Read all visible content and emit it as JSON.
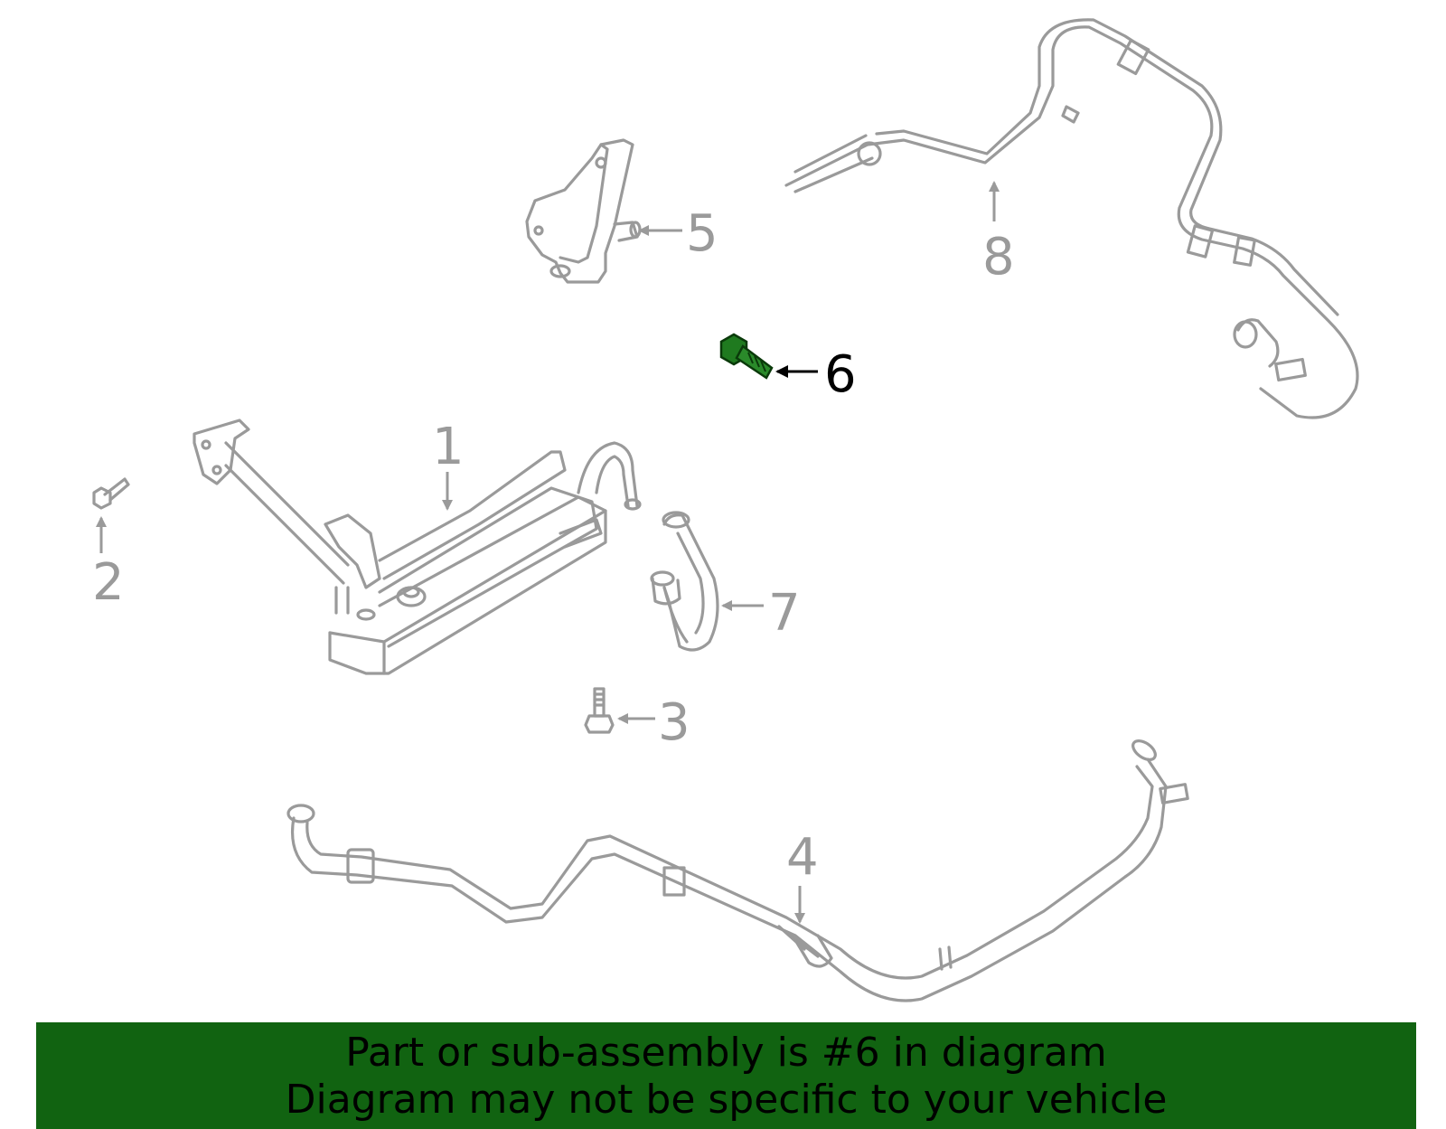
{
  "callouts": [
    {
      "id": "1",
      "label": "1",
      "highlighted": false
    },
    {
      "id": "2",
      "label": "2",
      "highlighted": false
    },
    {
      "id": "3",
      "label": "3",
      "highlighted": false
    },
    {
      "id": "4",
      "label": "4",
      "highlighted": false
    },
    {
      "id": "5",
      "label": "5",
      "highlighted": false
    },
    {
      "id": "6",
      "label": "6",
      "highlighted": true
    },
    {
      "id": "7",
      "label": "7",
      "highlighted": false
    },
    {
      "id": "8",
      "label": "8",
      "highlighted": false
    }
  ],
  "banner": {
    "line1": "Part or sub-assembly is #6 in diagram",
    "line2": "Diagram may not be specific to your vehicle"
  },
  "colors": {
    "part_stroke": "#9a9a9a",
    "highlight_part": "#1f7a1f",
    "highlight_text": "#000000",
    "banner_bg": "#116311"
  }
}
